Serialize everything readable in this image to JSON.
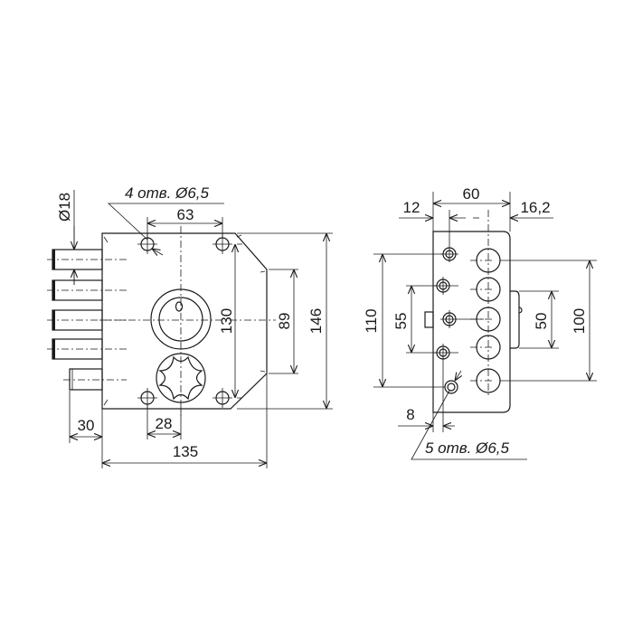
{
  "front_view": {
    "holes_note": "4 отв. Ø6,5",
    "bolt_diameter": "Ø18",
    "dims": {
      "hole_spacing_h": "63",
      "hole_spacing_v": "130",
      "latch_height": "89",
      "height": "146",
      "width": "135",
      "bolt_projection": "30",
      "cylinder_offset": "28"
    }
  },
  "side_view": {
    "holes_note": "5 отв. Ø6,5",
    "dims": {
      "plate_width": "60",
      "edge_offset": "12",
      "right_offset": "16,2",
      "outer_span": "110",
      "inner_span": "55",
      "latch_span": "50",
      "bolt_span": "100",
      "bottom_offset": "8"
    }
  },
  "colors": {
    "line": "#1a1a1a",
    "background": "#ffffff"
  }
}
